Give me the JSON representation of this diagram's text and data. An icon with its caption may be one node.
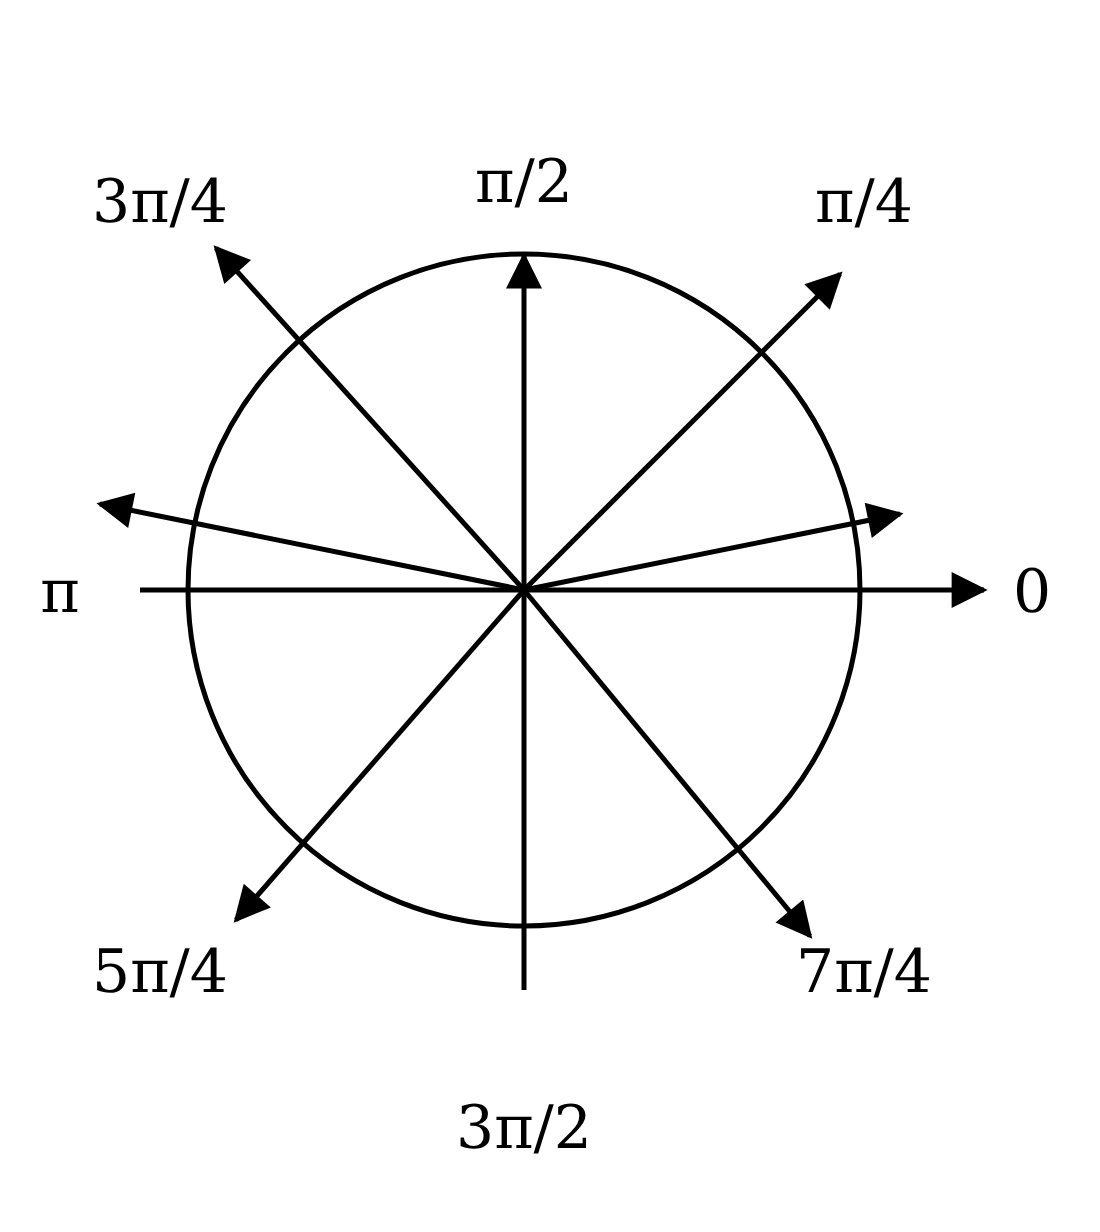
{
  "diagram": {
    "labels": [
      "π/2",
      "3π/4",
      "π/4",
      "π",
      "0",
      "5π/4",
      "7π/4",
      "3π/2"
    ]
  }
}
